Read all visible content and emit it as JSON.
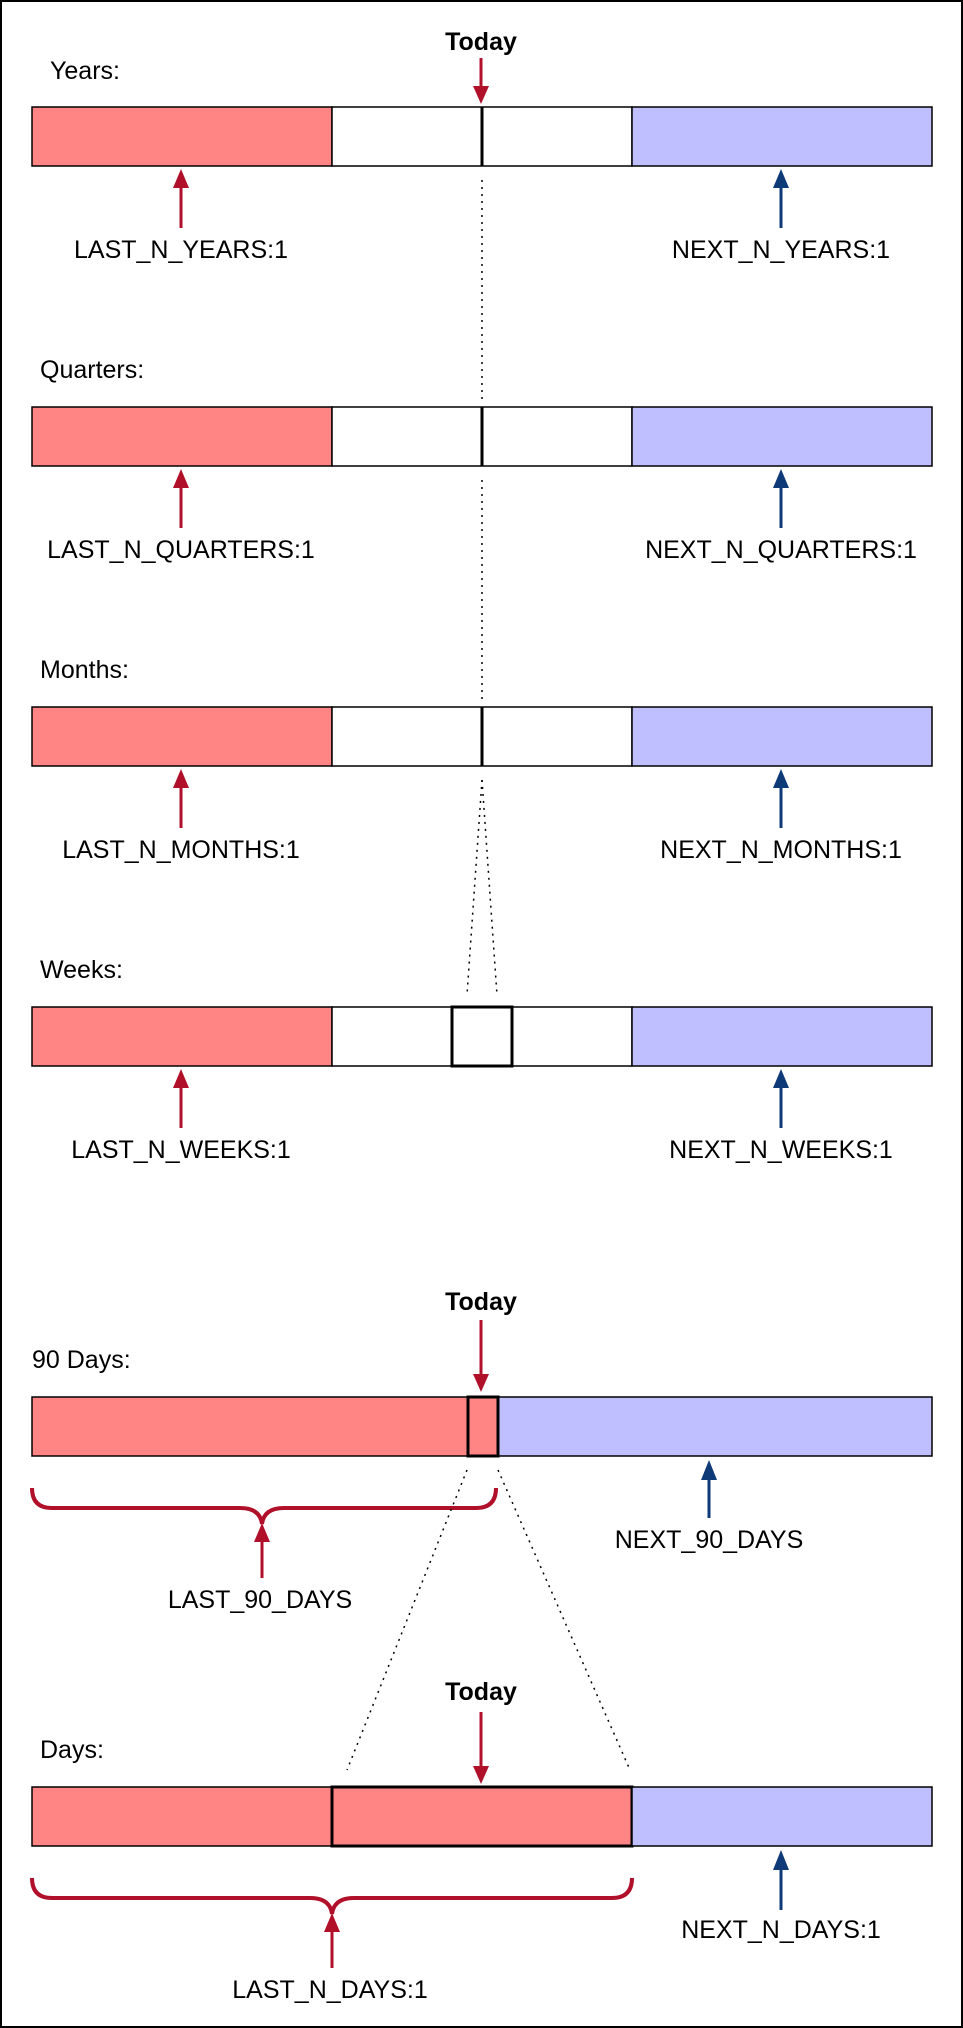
{
  "colors": {
    "past": "#ff8585",
    "future": "#bfbfff",
    "current": "#ffffff",
    "red_arrow": "#b0102a",
    "blue_arrow": "#0f3a78",
    "border": "#000000"
  },
  "today_label": "Today",
  "rows": {
    "years": {
      "title": "Years:",
      "last_label": "LAST_N_YEARS:1",
      "next_label": "NEXT_N_YEARS:1"
    },
    "quarters": {
      "title": "Quarters:",
      "last_label": "LAST_N_QUARTERS:1",
      "next_label": "NEXT_N_QUARTERS:1"
    },
    "months": {
      "title": "Months:",
      "last_label": "LAST_N_MONTHS:1",
      "next_label": "NEXT_N_MONTHS:1"
    },
    "weeks": {
      "title": "Weeks:",
      "last_label": "LAST_N_WEEKS:1",
      "next_label": "NEXT_N_WEEKS:1"
    },
    "days90": {
      "title": "90 Days:",
      "last_label": "LAST_90_DAYS",
      "next_label": "NEXT_90_DAYS"
    },
    "days": {
      "title": "Days:",
      "last_label": "LAST_N_DAYS:1",
      "next_label": "NEXT_N_DAYS:1"
    }
  }
}
